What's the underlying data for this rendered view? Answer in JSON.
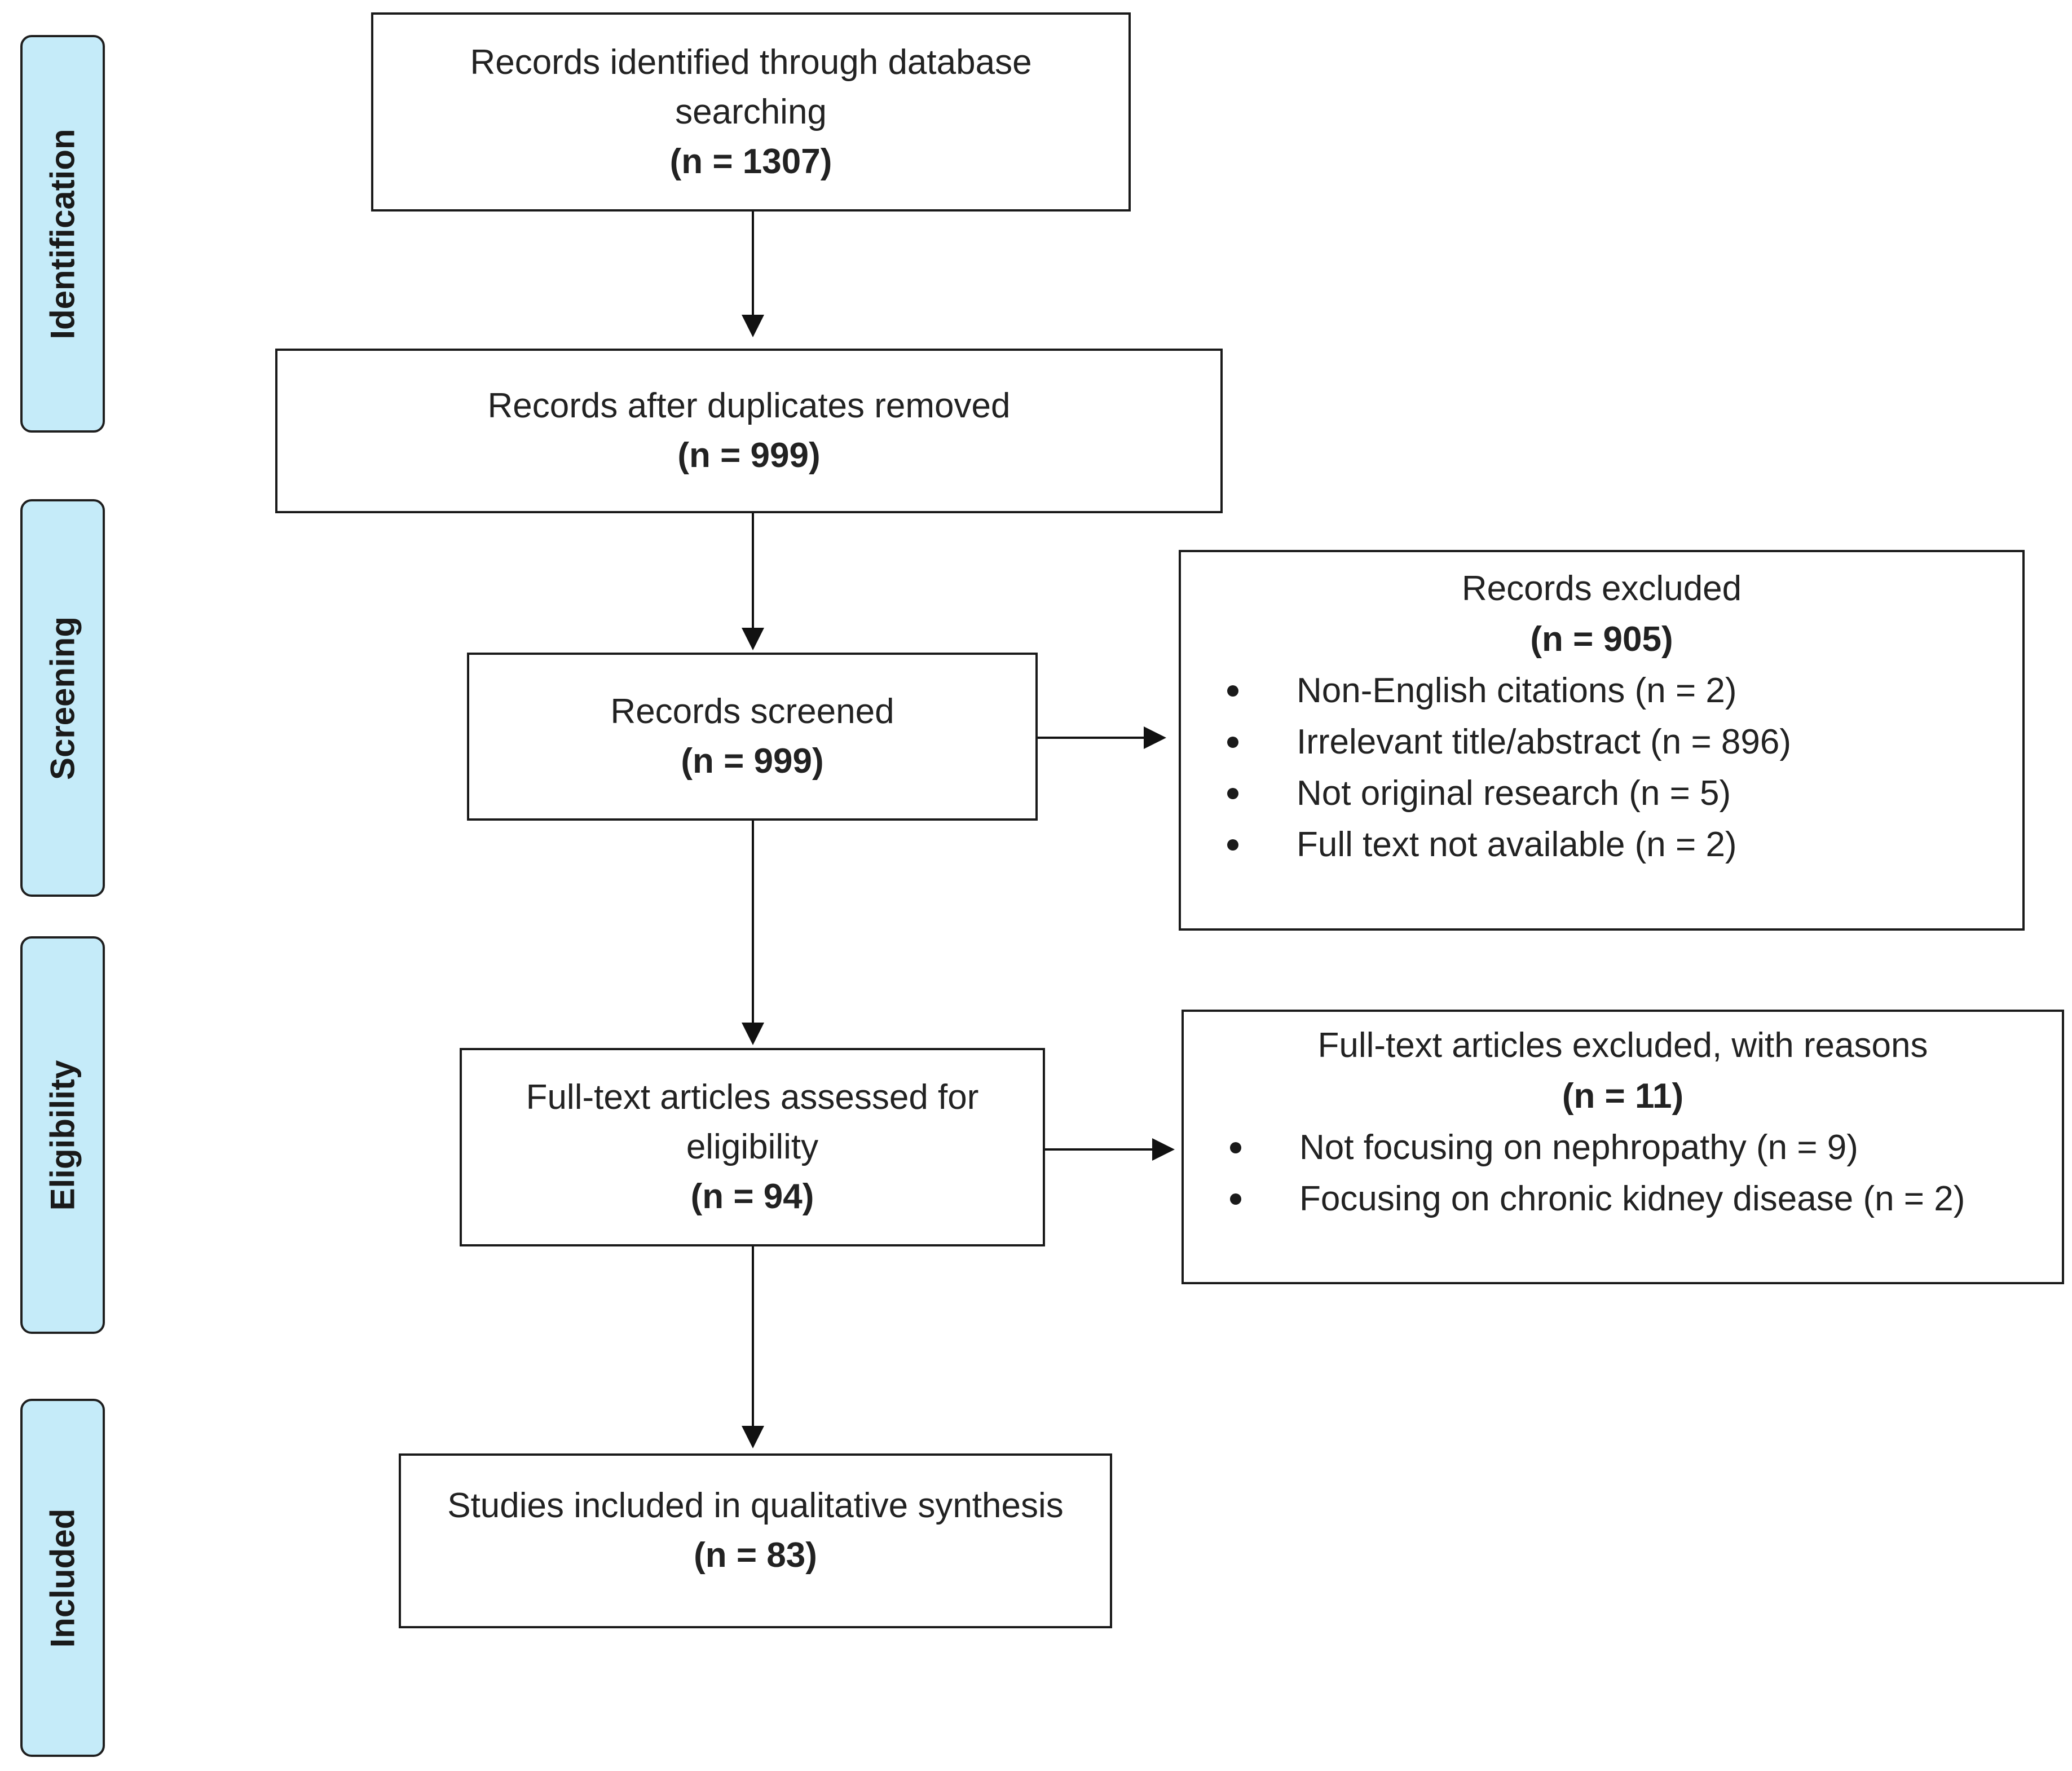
{
  "stages": [
    {
      "id": "identification",
      "label": "Identification"
    },
    {
      "id": "screening",
      "label": "Screening"
    },
    {
      "id": "eligibility",
      "label": "Eligibility"
    },
    {
      "id": "included",
      "label": "Included"
    }
  ],
  "boxes": {
    "identified": {
      "text": "Records identified through database searching",
      "count": "(n = 1307)"
    },
    "after_duplicates": {
      "text": "Records after duplicates removed",
      "count": "(n = 999)"
    },
    "screened": {
      "text": "Records screened",
      "count": "(n = 999)"
    },
    "full_text": {
      "text": "Full-text articles assessed for eligibility",
      "count": "(n = 94)"
    },
    "included": {
      "text": "Studies included in qualitative synthesis",
      "count": "(n = 83)"
    }
  },
  "exclusions": {
    "records_excluded": {
      "title": "Records excluded",
      "count": "(n = 905)",
      "reasons": [
        "Non-English citations (n = 2)",
        "Irrelevant title/abstract (n = 896)",
        "Not original research (n = 5)",
        "Full text not available (n = 2)"
      ]
    },
    "full_text_excluded": {
      "title": "Full-text articles excluded, with reasons",
      "count": "(n = 11)",
      "reasons": [
        "Not focusing on nephropathy (n = 9)",
        "Focusing on chronic kidney disease (n = 2)"
      ]
    }
  }
}
